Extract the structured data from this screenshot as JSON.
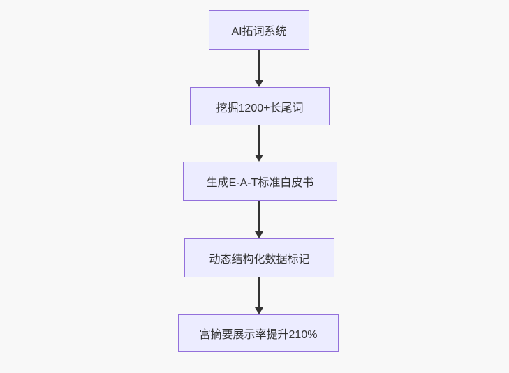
{
  "flowchart": {
    "type": "vertical-flowchart",
    "colors": {
      "background": "#f8f8f8",
      "node_fill": "#ECECFF",
      "node_border": "#9370DB",
      "node_text": "#333333",
      "arrow": "#333333"
    },
    "nodes": [
      {
        "label": "AI拓词系统"
      },
      {
        "label": "挖掘1200+长尾词"
      },
      {
        "label": "生成E-A-T标准白皮书"
      },
      {
        "label": "动态结构化数据标记"
      },
      {
        "label": "富摘要展示率提升210%"
      }
    ],
    "edges": [
      {
        "from": 0,
        "to": 1
      },
      {
        "from": 1,
        "to": 2
      },
      {
        "from": 2,
        "to": 3
      },
      {
        "from": 3,
        "to": 4
      }
    ]
  }
}
